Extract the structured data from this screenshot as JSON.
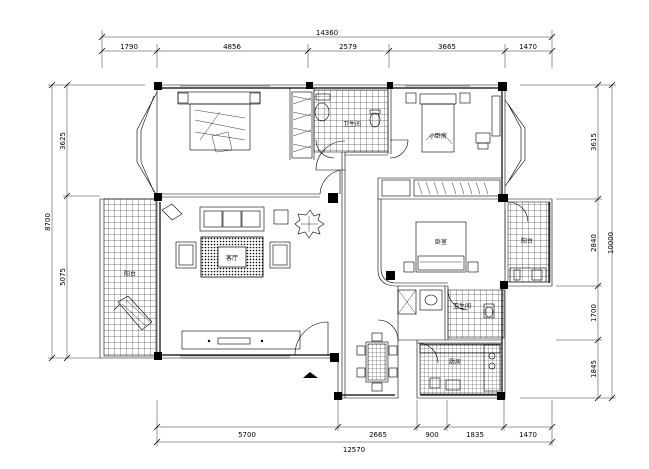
{
  "dimensions": {
    "top_total": "14360",
    "top_segments": [
      "1790",
      "4856",
      "2579",
      "3665",
      "1470"
    ],
    "bottom_segments": [
      "5700",
      "2665",
      "900",
      "1835",
      "1470"
    ],
    "bottom_total": "12570",
    "left_outer": "8700",
    "left_inner": [
      "3625",
      "5075"
    ],
    "right_outer": "10000",
    "right_inner": [
      "3615",
      "2840",
      "1700",
      "1845"
    ]
  },
  "rooms": {
    "balcony_left": "阳台",
    "living_room": "客厅",
    "bathroom_top": "卫生间",
    "small_bedroom": "小卧房",
    "master_bedroom": "卧室",
    "balcony_right": "阳台",
    "bathroom_mid": "卫生间",
    "kitchen": "厨房"
  }
}
